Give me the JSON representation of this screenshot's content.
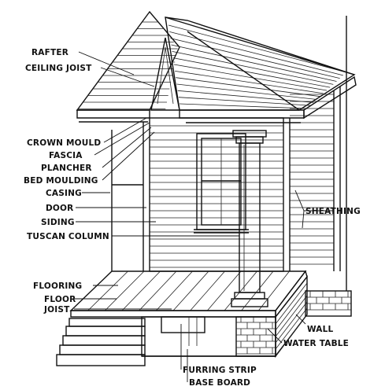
{
  "labels": {
    "rafter": "RAFTER",
    "ceiling_joist": "CEILING JOIST",
    "crown_mould": "CROWN MOULD",
    "fascia": "FASCIA",
    "plancher": "PLANCHER",
    "bed_moulding": "BED MOULDING",
    "casing": "CASING",
    "door": "DOOR",
    "siding": "SIDING",
    "tuscan_column": "TUSCAN COLUMN",
    "flooring": "FLOORING",
    "floor_joist_line1": "FLOOR",
    "floor_joist_line2": "JOIST",
    "sheathing": "SHEATHING",
    "wall": "WALL",
    "water_table": "WATER TABLE",
    "furring_strip": "FURRING STRIP",
    "base_board": "BASE BOARD"
  },
  "colors": {
    "ink": "#111111",
    "paper": "#ffffff"
  }
}
